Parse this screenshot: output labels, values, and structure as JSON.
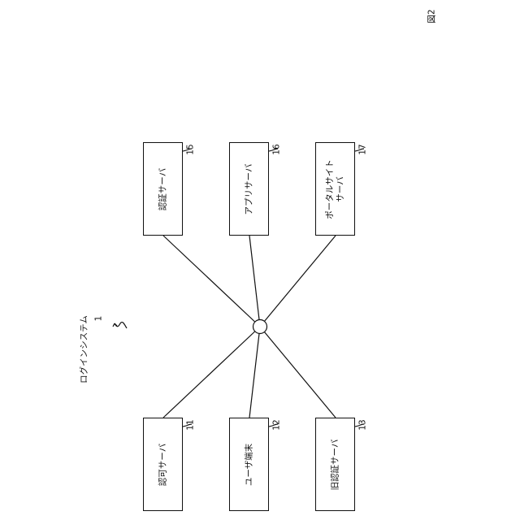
{
  "figure_label": "図2",
  "system": {
    "name": "ログインシステム",
    "number": "1"
  },
  "nodes": [
    {
      "id": "authz",
      "lines": [
        "認可サーバ"
      ],
      "ref": "11"
    },
    {
      "id": "user",
      "lines": [
        "ユーザ端末"
      ],
      "ref": "12"
    },
    {
      "id": "oldauth",
      "lines": [
        "旧認証サーバ"
      ],
      "ref": "13"
    },
    {
      "id": "auth",
      "lines": [
        "認証サーバ"
      ],
      "ref": "15"
    },
    {
      "id": "app",
      "lines": [
        "アプリサーバ"
      ],
      "ref": "16"
    },
    {
      "id": "portal",
      "lines": [
        "ポータルサイト",
        "サーバ"
      ],
      "ref": "17"
    }
  ]
}
